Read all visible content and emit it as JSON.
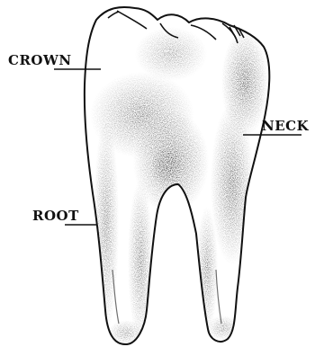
{
  "labels": {
    "crown": "CROWN",
    "neck": "NECK",
    "root": "ROOT"
  },
  "colors": {
    "ink": "#111111",
    "background": "#ffffff"
  }
}
